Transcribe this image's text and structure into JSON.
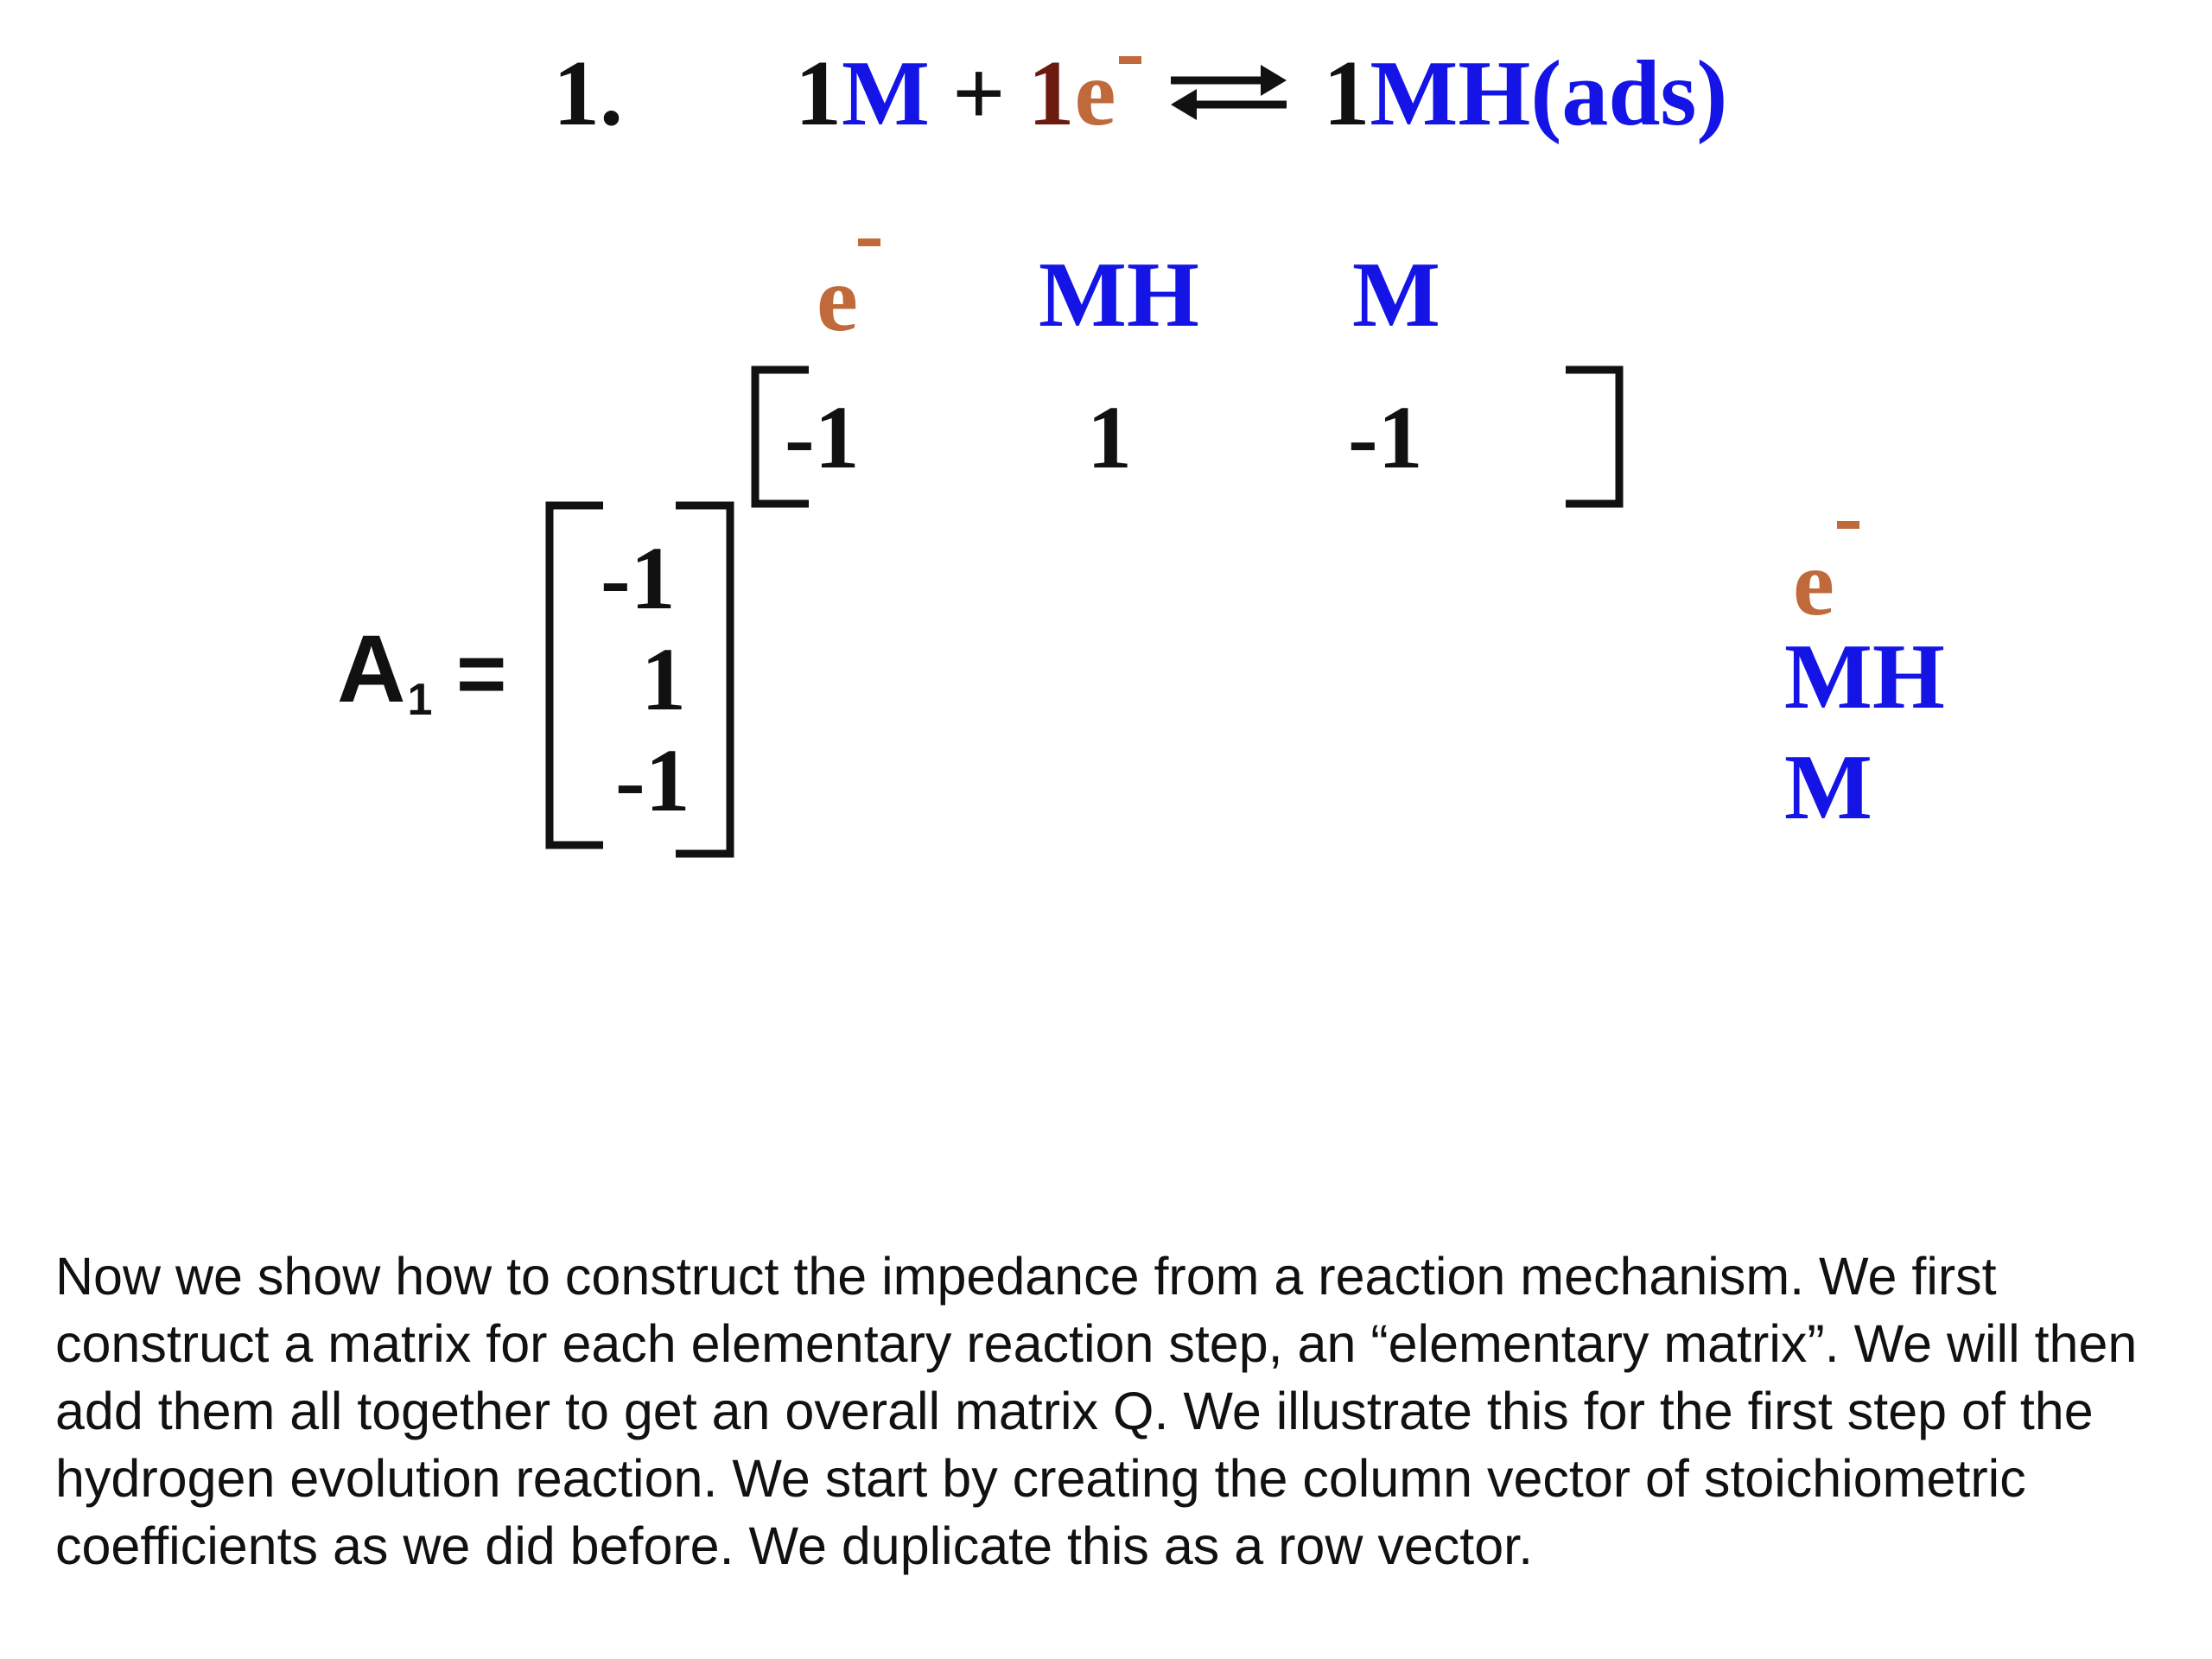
{
  "equation": {
    "step_number": "1.",
    "coef_m": "1",
    "species_m": "M",
    "plus": "+",
    "coef_e": "1",
    "species_e": "e",
    "coef_mh": "1",
    "species_mh": "MH(ads)"
  },
  "row_header": {
    "e": "e",
    "mh": "MH",
    "m": "M"
  },
  "row_vector": [
    "-1",
    "1",
    "-1"
  ],
  "column_vector": [
    "-1",
    "1",
    "-1"
  ],
  "matrix_label": {
    "name": "A",
    "subscript": "1",
    "equals": "="
  },
  "column_header": {
    "e": "e",
    "mh": "MH",
    "m": "M"
  },
  "caption": "Now we show how to construct the impedance from a reaction mechanism. We first construct a matrix for each elementary reaction step, an “elementary matrix”. We will then add them all together to get an overall matrix Q. We illustrate this for the first step of the hydrogen evolution reaction. We start by creating the column vector of stoichiometric coefficients as we did before. We duplicate this as a row vector.",
  "colors": {
    "species_blue": "#1414e6",
    "electron_brown": "#c06a3c",
    "text_black": "#111111"
  }
}
